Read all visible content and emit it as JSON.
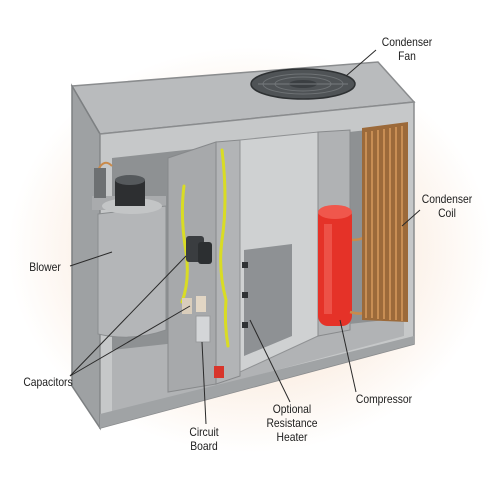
{
  "labels": {
    "condenser_fan": [
      "Condenser",
      "Fan"
    ],
    "condenser_coil": [
      "Condenser",
      "Coil"
    ],
    "blower": "Blower",
    "capacitors": "Capacitors",
    "circuit_board": [
      "Circuit",
      "Board"
    ],
    "heater": [
      "Optional",
      "Resistance",
      "Heater"
    ],
    "compressor": "Compressor"
  },
  "colors": {
    "housing_top": "#b7b9bb",
    "housing_face": "#c8cacb",
    "interior_dark": "#8f9294",
    "wiring": "#d9dc24",
    "compressor": "#e53228",
    "coil": "#c98a4b",
    "leader": "#2a2a2a",
    "label_text": "#1c1c1c"
  }
}
